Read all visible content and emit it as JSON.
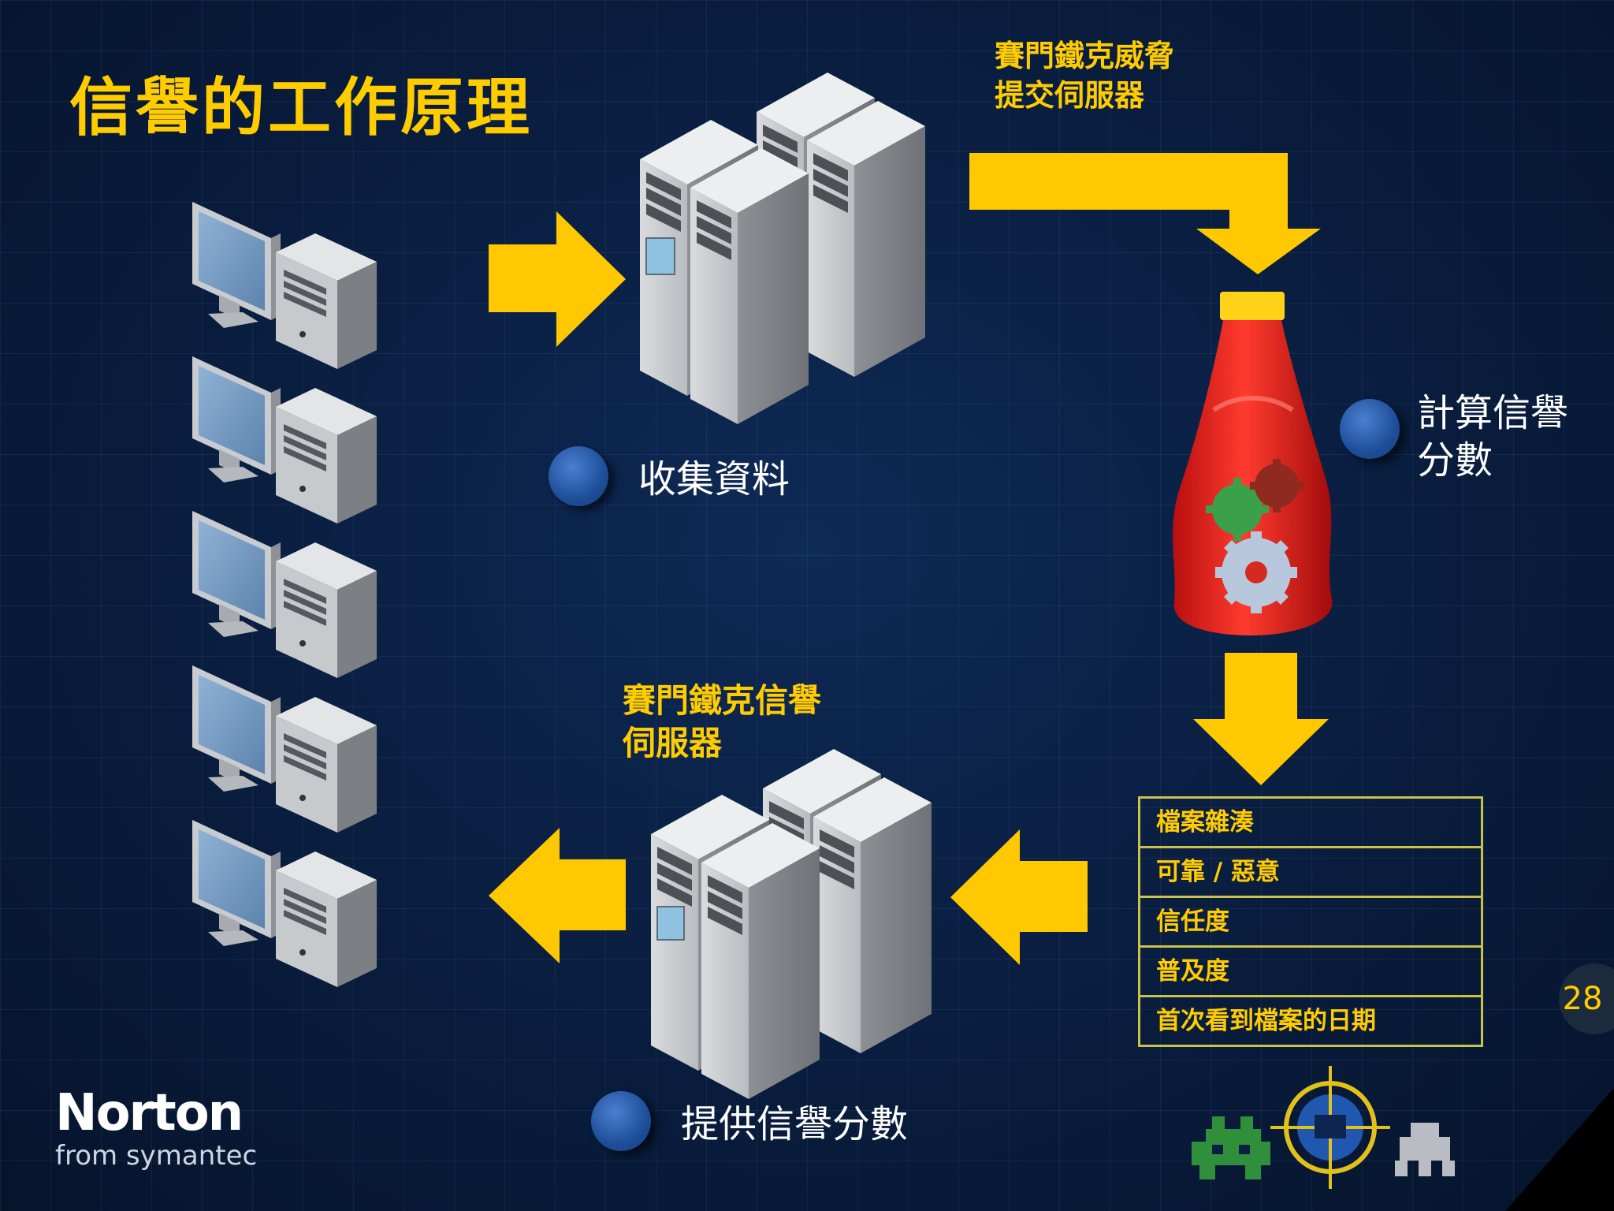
{
  "title": "信譽的工作原理",
  "top_caption": [
    "賽門鐵克威脅",
    "提交伺服器"
  ],
  "step_collect": "收集資料",
  "step_compute": [
    "計算信譽",
    "分數"
  ],
  "bottom_caption": [
    "賽門鐵克信譽",
    "伺服器"
  ],
  "step_provide": "提供信譽分數",
  "attributes": [
    "檔案雜湊",
    "可靠 / 惡意",
    "信任度",
    "普及度",
    "首次看到檔案的日期"
  ],
  "page_number": "28",
  "brand": {
    "name": "Norton",
    "sub": "from symantec"
  },
  "colors": {
    "accent": "#ffcc00",
    "background": "#0a1f42",
    "arrow": "#ffc800",
    "bottle": "#e8231f"
  },
  "icons": [
    "computer-icon",
    "server-rack-icon",
    "bottle-icon",
    "gear-icon",
    "arrow-icon",
    "space-invader-icon",
    "crosshair-icon",
    "step-circle-icon"
  ]
}
